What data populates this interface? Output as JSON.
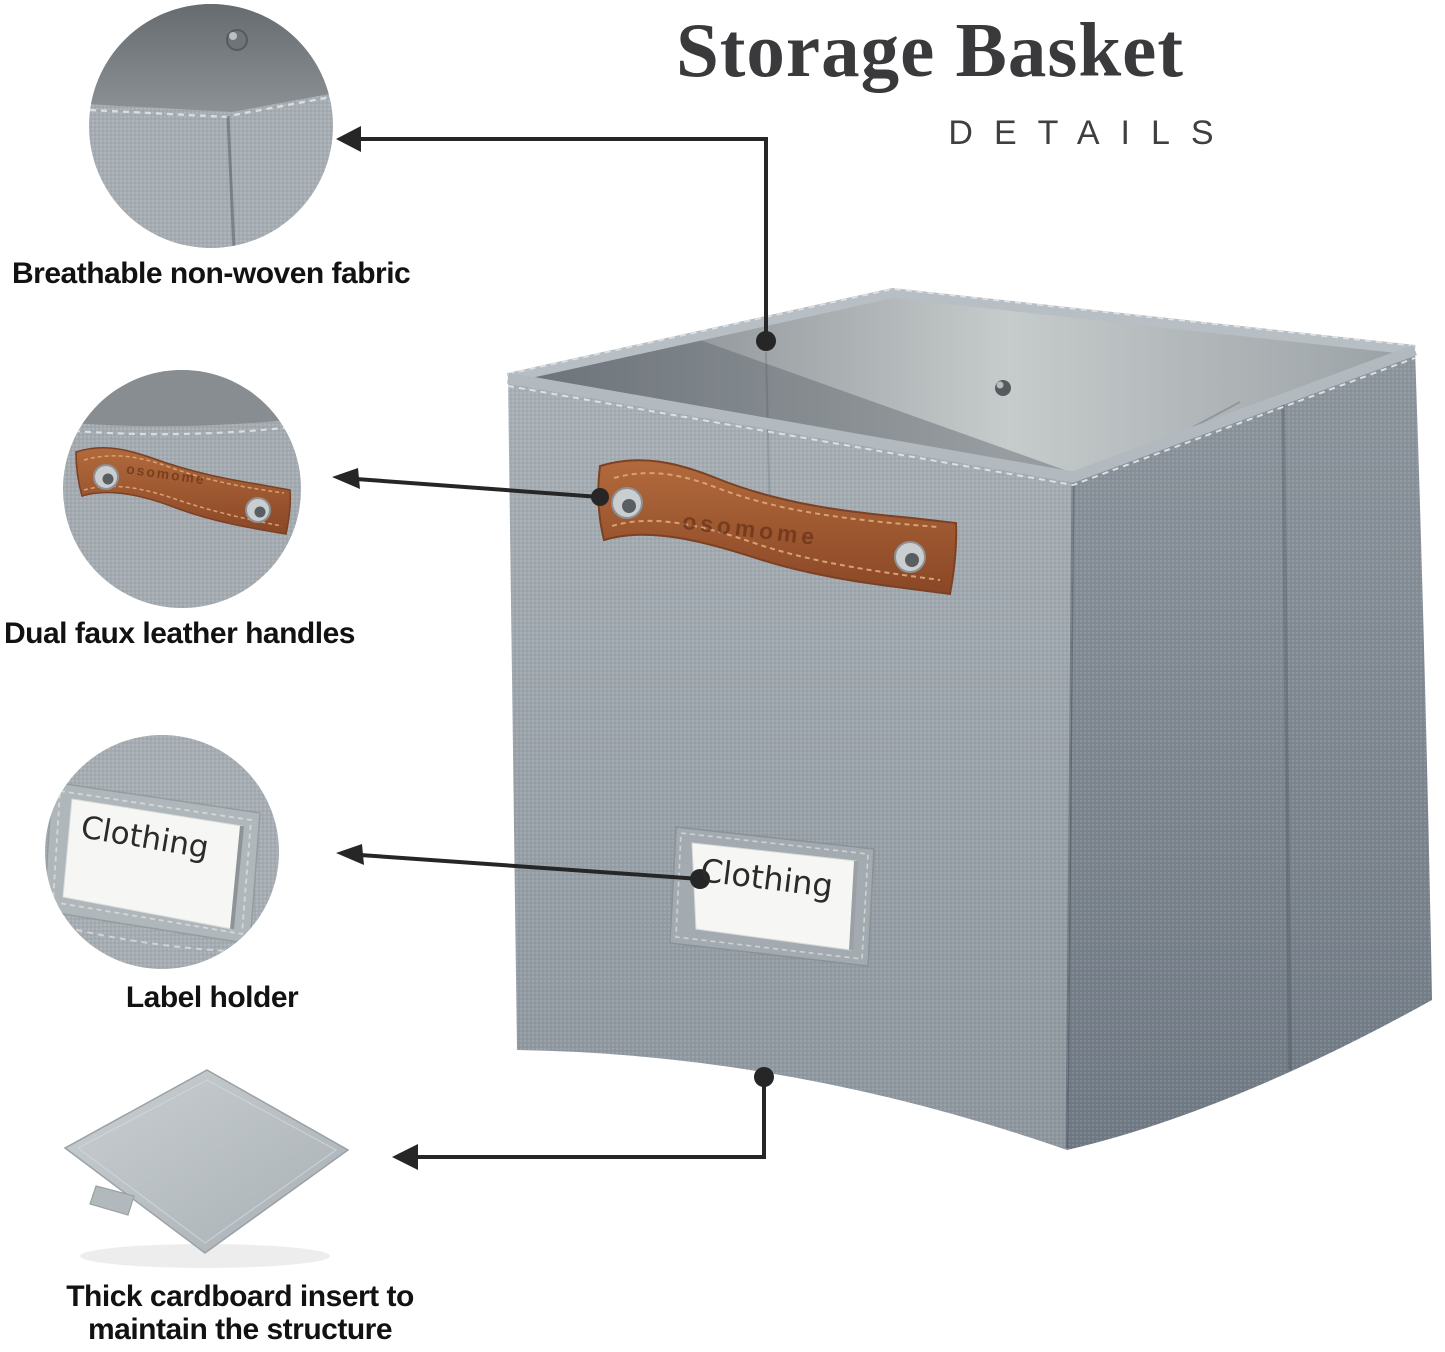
{
  "title": "Storage Basket",
  "subtitle": "DETAILS",
  "callouts": [
    {
      "label": "Breathable non-woven fabric"
    },
    {
      "label": "Dual faux leather handles"
    },
    {
      "label": "Label holder"
    },
    {
      "label": "Thick cardboard insert to maintain the structure",
      "lines": [
        "Thick cardboard insert to",
        "maintain the structure"
      ]
    }
  ],
  "basket": {
    "label_card_text": "Clothing",
    "handle_embossed_text": "osomome"
  },
  "colors": {
    "fabric_gray": "#9aa2a9",
    "fabric_gray_dark": "#7d8790",
    "rim_binding": "#b5bcc1",
    "leather_brown": "#a55c34",
    "leather_stitch": "#d8a173",
    "arrow_black": "#262626",
    "card_white": "#f6f7f5",
    "lining_gray": "#8b9194"
  }
}
